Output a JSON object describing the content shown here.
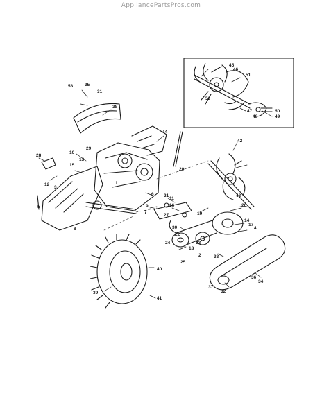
{
  "watermark": "AppliancePartsPros.com",
  "part_callouts": [
    "1",
    "2",
    "3",
    "4",
    "5",
    "6",
    "7",
    "8",
    "9",
    "10",
    "11",
    "12",
    "13",
    "14",
    "15",
    "16",
    "17",
    "18",
    "19",
    "20",
    "21",
    "22",
    "23",
    "24",
    "25",
    "26",
    "27",
    "28",
    "29",
    "30",
    "31",
    "32",
    "33",
    "34",
    "35",
    "36",
    "37",
    "38",
    "39",
    "40",
    "41",
    "42",
    "43",
    "44",
    "45",
    "46",
    "47",
    "48",
    "49",
    "50",
    "51",
    "52",
    "53"
  ],
  "colors": {
    "ink": "#1a1a1a",
    "paper": "#ffffff",
    "watermark": "#9a9a9a"
  }
}
